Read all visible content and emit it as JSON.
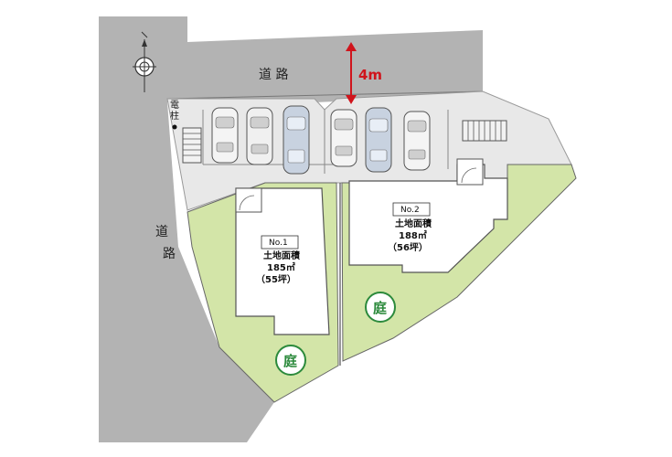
{
  "roads": {
    "top_label": "道 路",
    "left_label_1": "道",
    "left_label_2": "路",
    "width_label": "4m"
  },
  "utility_pole": {
    "label_1": "電",
    "label_2": "柱"
  },
  "lots": [
    {
      "number": "No.1",
      "area_label": "土地面積",
      "area_sqm": "185㎡",
      "area_tsubo": "（55坪）"
    },
    {
      "number": "No.2",
      "area_label": "土地面積",
      "area_sqm": "188㎡",
      "area_tsubo": "（56坪）"
    }
  ],
  "garden_label": "庭",
  "colors": {
    "road": "#b3b3b3",
    "driveway": "#e8e8e8",
    "garden": "#d3e5a8",
    "house": "#ffffff",
    "garden_circle": "#2c8a3c",
    "width_arrow": "#d0141c"
  },
  "icons": {
    "compass": "north-compass-icon",
    "car": "car-icon",
    "stairs": "stairs-icon"
  }
}
